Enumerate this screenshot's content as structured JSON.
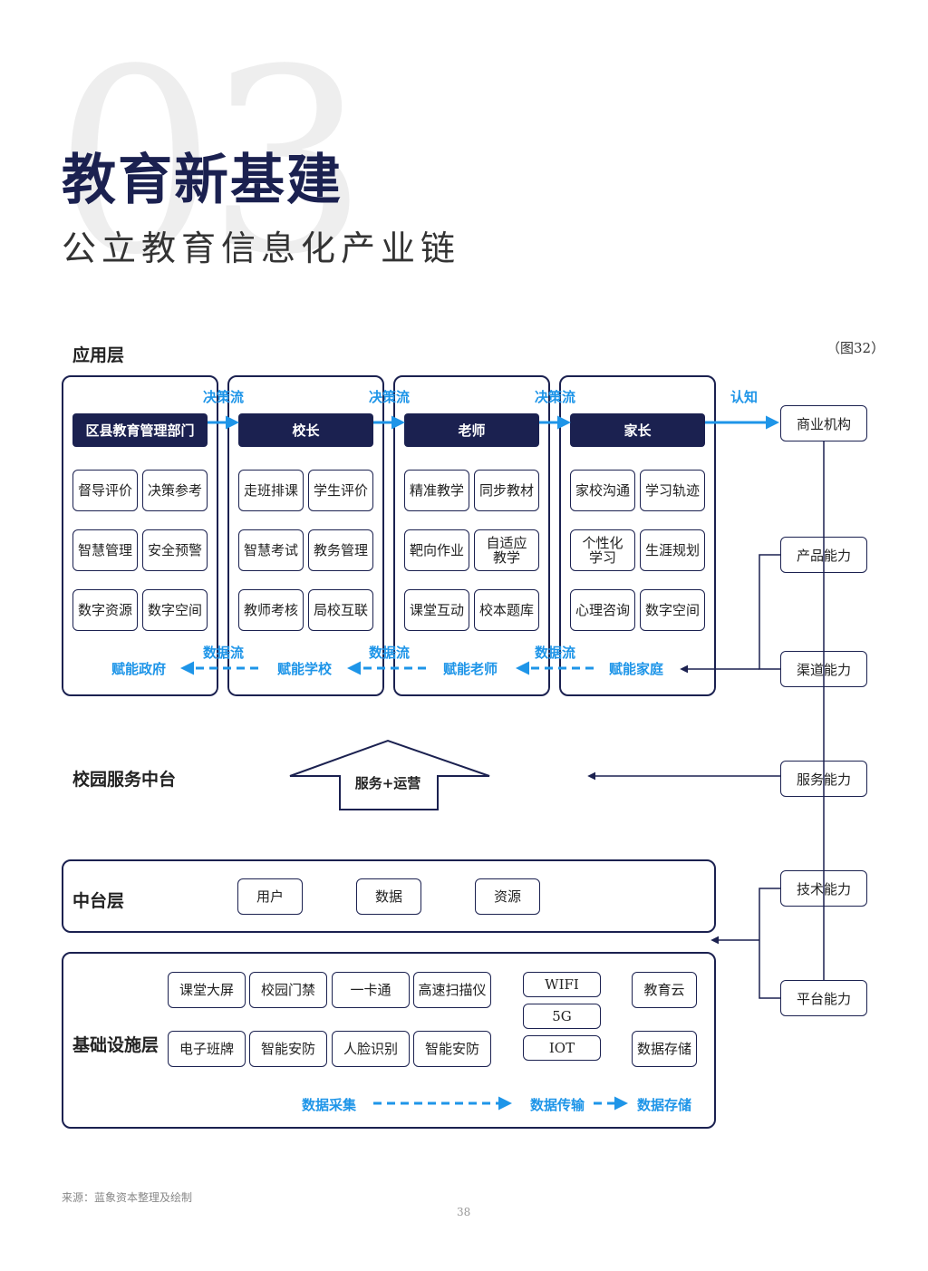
{
  "header": {
    "number": "03",
    "title": "教育新基建",
    "subtitle": "公立教育信息化产业链"
  },
  "figure_ref": "（图32）",
  "application_layer": {
    "label": "应用层",
    "columns": [
      {
        "head": "区县教育管理部门",
        "items": [
          "督导评价",
          "决策参考",
          "智慧管理",
          "安全预警",
          "数字资源",
          "数字空间"
        ],
        "empower": "赋能政府"
      },
      {
        "head": "校长",
        "items": [
          "走班排课",
          "学生评价",
          "智慧考试",
          "教务管理",
          "教师考核",
          "局校互联"
        ],
        "empower": "赋能学校"
      },
      {
        "head": "老师",
        "items": [
          "精准教学",
          "同步教材",
          "靶向作业",
          "自适应\n教学",
          "课堂互动",
          "校本题库"
        ],
        "empower": "赋能老师"
      },
      {
        "head": "家长",
        "items": [
          "家校沟通",
          "学习轨迹",
          "个性化\n学习",
          "生涯规划",
          "心理咨询",
          "数字空间"
        ],
        "empower": "赋能家庭"
      }
    ],
    "decision_flow": "决策流",
    "data_flow": "数据流",
    "cognition": "认知"
  },
  "service_center": {
    "label": "校园服务中台",
    "arrow_text": "服务+运营"
  },
  "middle_layer": {
    "label": "中台层",
    "items": [
      "用户",
      "数据",
      "资源"
    ]
  },
  "infrastructure": {
    "label": "基础设施层",
    "row1": [
      "课堂大屏",
      "校园门禁",
      "一卡通",
      "高速扫描仪"
    ],
    "row2": [
      "电子班牌",
      "智能安防",
      "人脸识别",
      "智能安防"
    ],
    "network": [
      "WIFI",
      "5G",
      "IOT"
    ],
    "cloud": [
      "教育云",
      "数据存储"
    ],
    "flow": [
      "数据采集",
      "数据传输",
      "数据存储"
    ]
  },
  "right_side": [
    "商业机构",
    "产品能力",
    "渠道能力",
    "服务能力",
    "技术能力",
    "平台能力"
  ],
  "footer": {
    "source": "来源：蓝象资本整理及绘制",
    "page": "38"
  },
  "colors": {
    "navy": "#1b2150",
    "blue": "#1e95e8"
  }
}
